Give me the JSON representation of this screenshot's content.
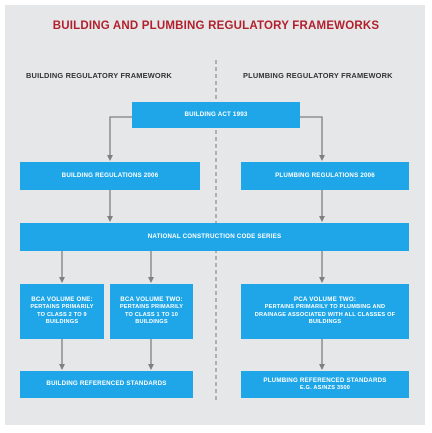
{
  "title": "BUILDING AND PLUMBING REGULATORY FRAMEWORKS",
  "columns": {
    "left": "BUILDING REGULATORY FRAMEWORK",
    "right": "PLUMBING REGULATORY FRAMEWORK"
  },
  "nodes": {
    "building_act": "BUILDING ACT 1993",
    "building_regs": "BUILDING REGULATIONS 2006",
    "plumbing_regs": "PLUMBING REGULATIONS 2006",
    "ncc": "NATIONAL CONSTRUCTION CODE SERIES",
    "bca_one": {
      "title": "BCA VOLUME ONE:",
      "lines": [
        "PERTAINS PRIMARILY",
        "TO CLASS 2 TO 9",
        "BUILDINGS"
      ]
    },
    "bca_two": {
      "title": "BCA VOLUME TWO:",
      "lines": [
        "PERTAINS PRIMARILY",
        "TO CLASS 1 TO 10",
        "BUILDINGS"
      ]
    },
    "pca_two": {
      "title": "PCA VOLUME TWO:",
      "lines": [
        "PERTAINS PRIMARILY TO PLUMBING AND",
        "DRAINAGE ASSOCIATED WITH ALL CLASSES OF",
        "BUILDINGS"
      ]
    },
    "building_standards": "BUILDING REFERENCED STANDARDS",
    "plumbing_standards": {
      "title": "PLUMBING REFERENCED STANDARDS",
      "sub": "E.G. AS/NZS 3500"
    }
  },
  "colors": {
    "box": "#1ea6e8",
    "title": "#b21f2d",
    "background": "#e6e7e8",
    "connector": "#808080"
  }
}
